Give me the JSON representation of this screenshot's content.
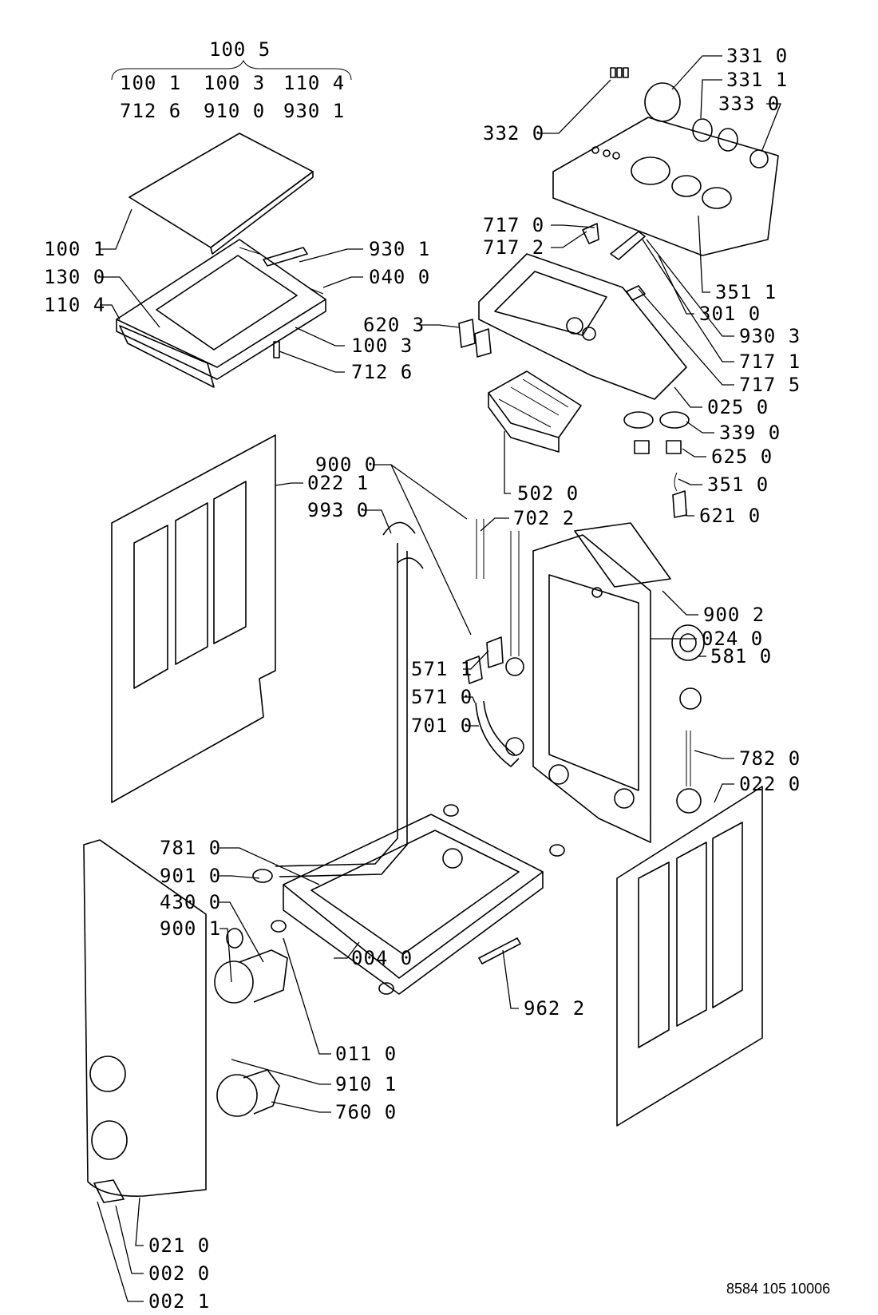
{
  "diagram": {
    "document_number": "8584 105 10006",
    "group_header": {
      "main": "100 5",
      "row1": [
        "100 1",
        "100 3",
        "110 4"
      ],
      "row2": [
        "712 6",
        "910 0",
        "930 1"
      ]
    },
    "callouts": [
      "100 1",
      "130 0",
      "110 4",
      "930 1",
      "040 0",
      "100 3",
      "712 6",
      "331 0",
      "331 1",
      "333 0",
      "332 0",
      "717 0",
      "717 2",
      "620 3",
      "351 1",
      "301 0",
      "930 3",
      "717 1",
      "717 5",
      "025 0",
      "339 0",
      "625 0",
      "351 0",
      "621 0",
      "502 0",
      "900 0",
      "022 1",
      "993 0",
      "702 2",
      "571 1",
      "571 0",
      "701 0",
      "900 2",
      "024 0",
      "581 0",
      "782 0",
      "022 0",
      "781 0",
      "901 0",
      "430 0",
      "900 1",
      "004 0",
      "962 2",
      "011 0",
      "910 1",
      "760 0",
      "021 0",
      "002 0",
      "002 1"
    ]
  }
}
